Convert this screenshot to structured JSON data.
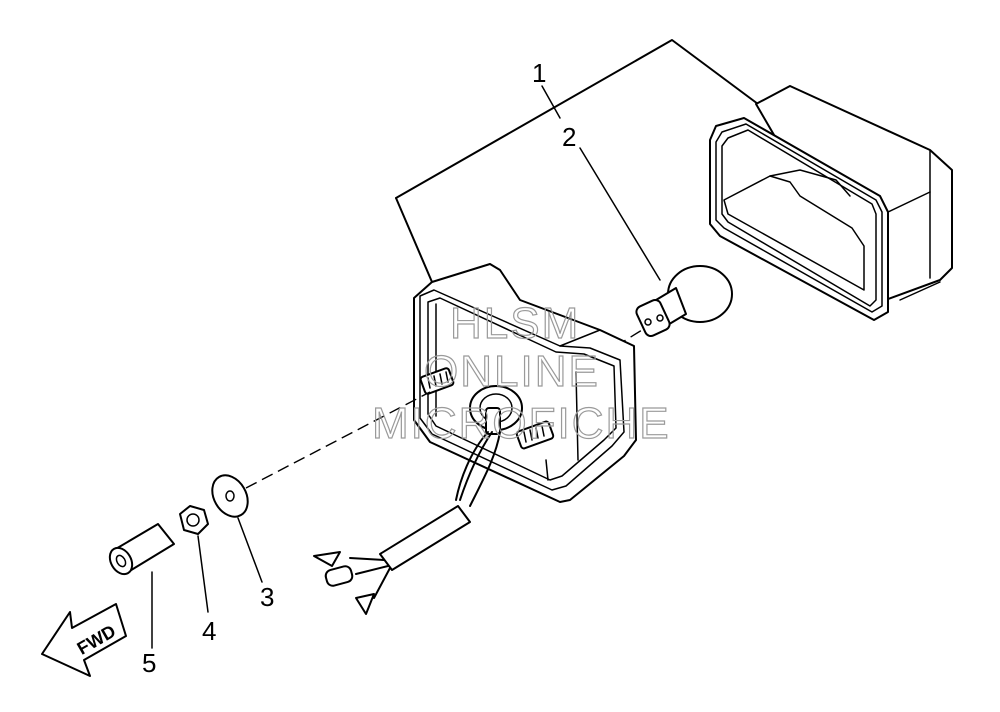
{
  "callouts": [
    {
      "id": "1",
      "text": "1"
    },
    {
      "id": "2",
      "text": "2"
    },
    {
      "id": "3",
      "text": "3"
    },
    {
      "id": "4",
      "text": "4"
    },
    {
      "id": "5",
      "text": "5"
    }
  ],
  "fwd_label": "FWD",
  "watermark": {
    "line1": "HLSM",
    "line2": "ONLINE",
    "line3": "MICROFICHE"
  }
}
